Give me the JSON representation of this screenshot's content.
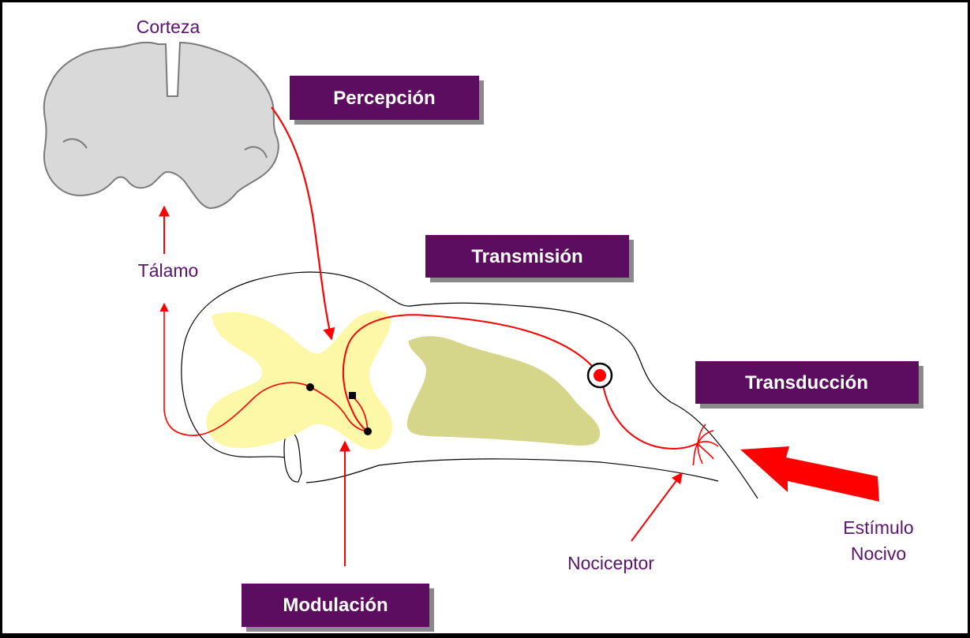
{
  "labels": {
    "corteza": "Corteza",
    "talamo": "Tálamo",
    "nociceptor": "Nociceptor",
    "estimulo_line1": "Estímulo",
    "estimulo_line2": "Nocivo"
  },
  "process_boxes": {
    "percepcion": "Percepción",
    "transmision": "Transmisión",
    "transduccion": "Transducción",
    "modulacion": "Modulación"
  },
  "colors": {
    "box_fill": "#5c0d60",
    "box_shadow": "#8a8a8a",
    "label_text": "#5a1470",
    "pathway": "#ff0000",
    "brain_fill": "#d9d9d9",
    "gray_matter": "#fdf7a8",
    "white_matter": "#d6d68a"
  }
}
